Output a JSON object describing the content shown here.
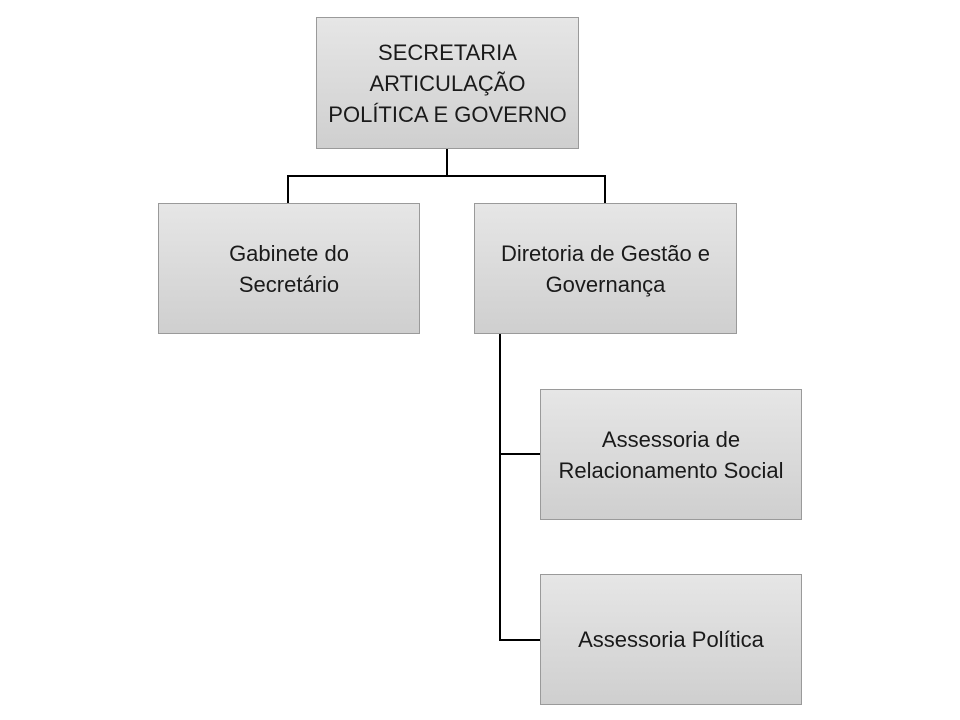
{
  "org_chart": {
    "root": {
      "label": "SECRETARIA\nARTICULAÇÃO\nPOLÍTICA E GOVERNO"
    },
    "children": [
      {
        "label": "Gabinete do\nSecretário"
      },
      {
        "label": "Diretoria de Gestão e\nGovernança",
        "children": [
          {
            "label": "Assessoria de\nRelacionamento Social"
          },
          {
            "label": "Assessoria Política"
          }
        ]
      }
    ]
  },
  "colors": {
    "box_fill_top": "#e6e6e6",
    "box_fill_bottom": "#cfcfcf",
    "box_border": "#9a9a9a",
    "connector": "#000000"
  }
}
